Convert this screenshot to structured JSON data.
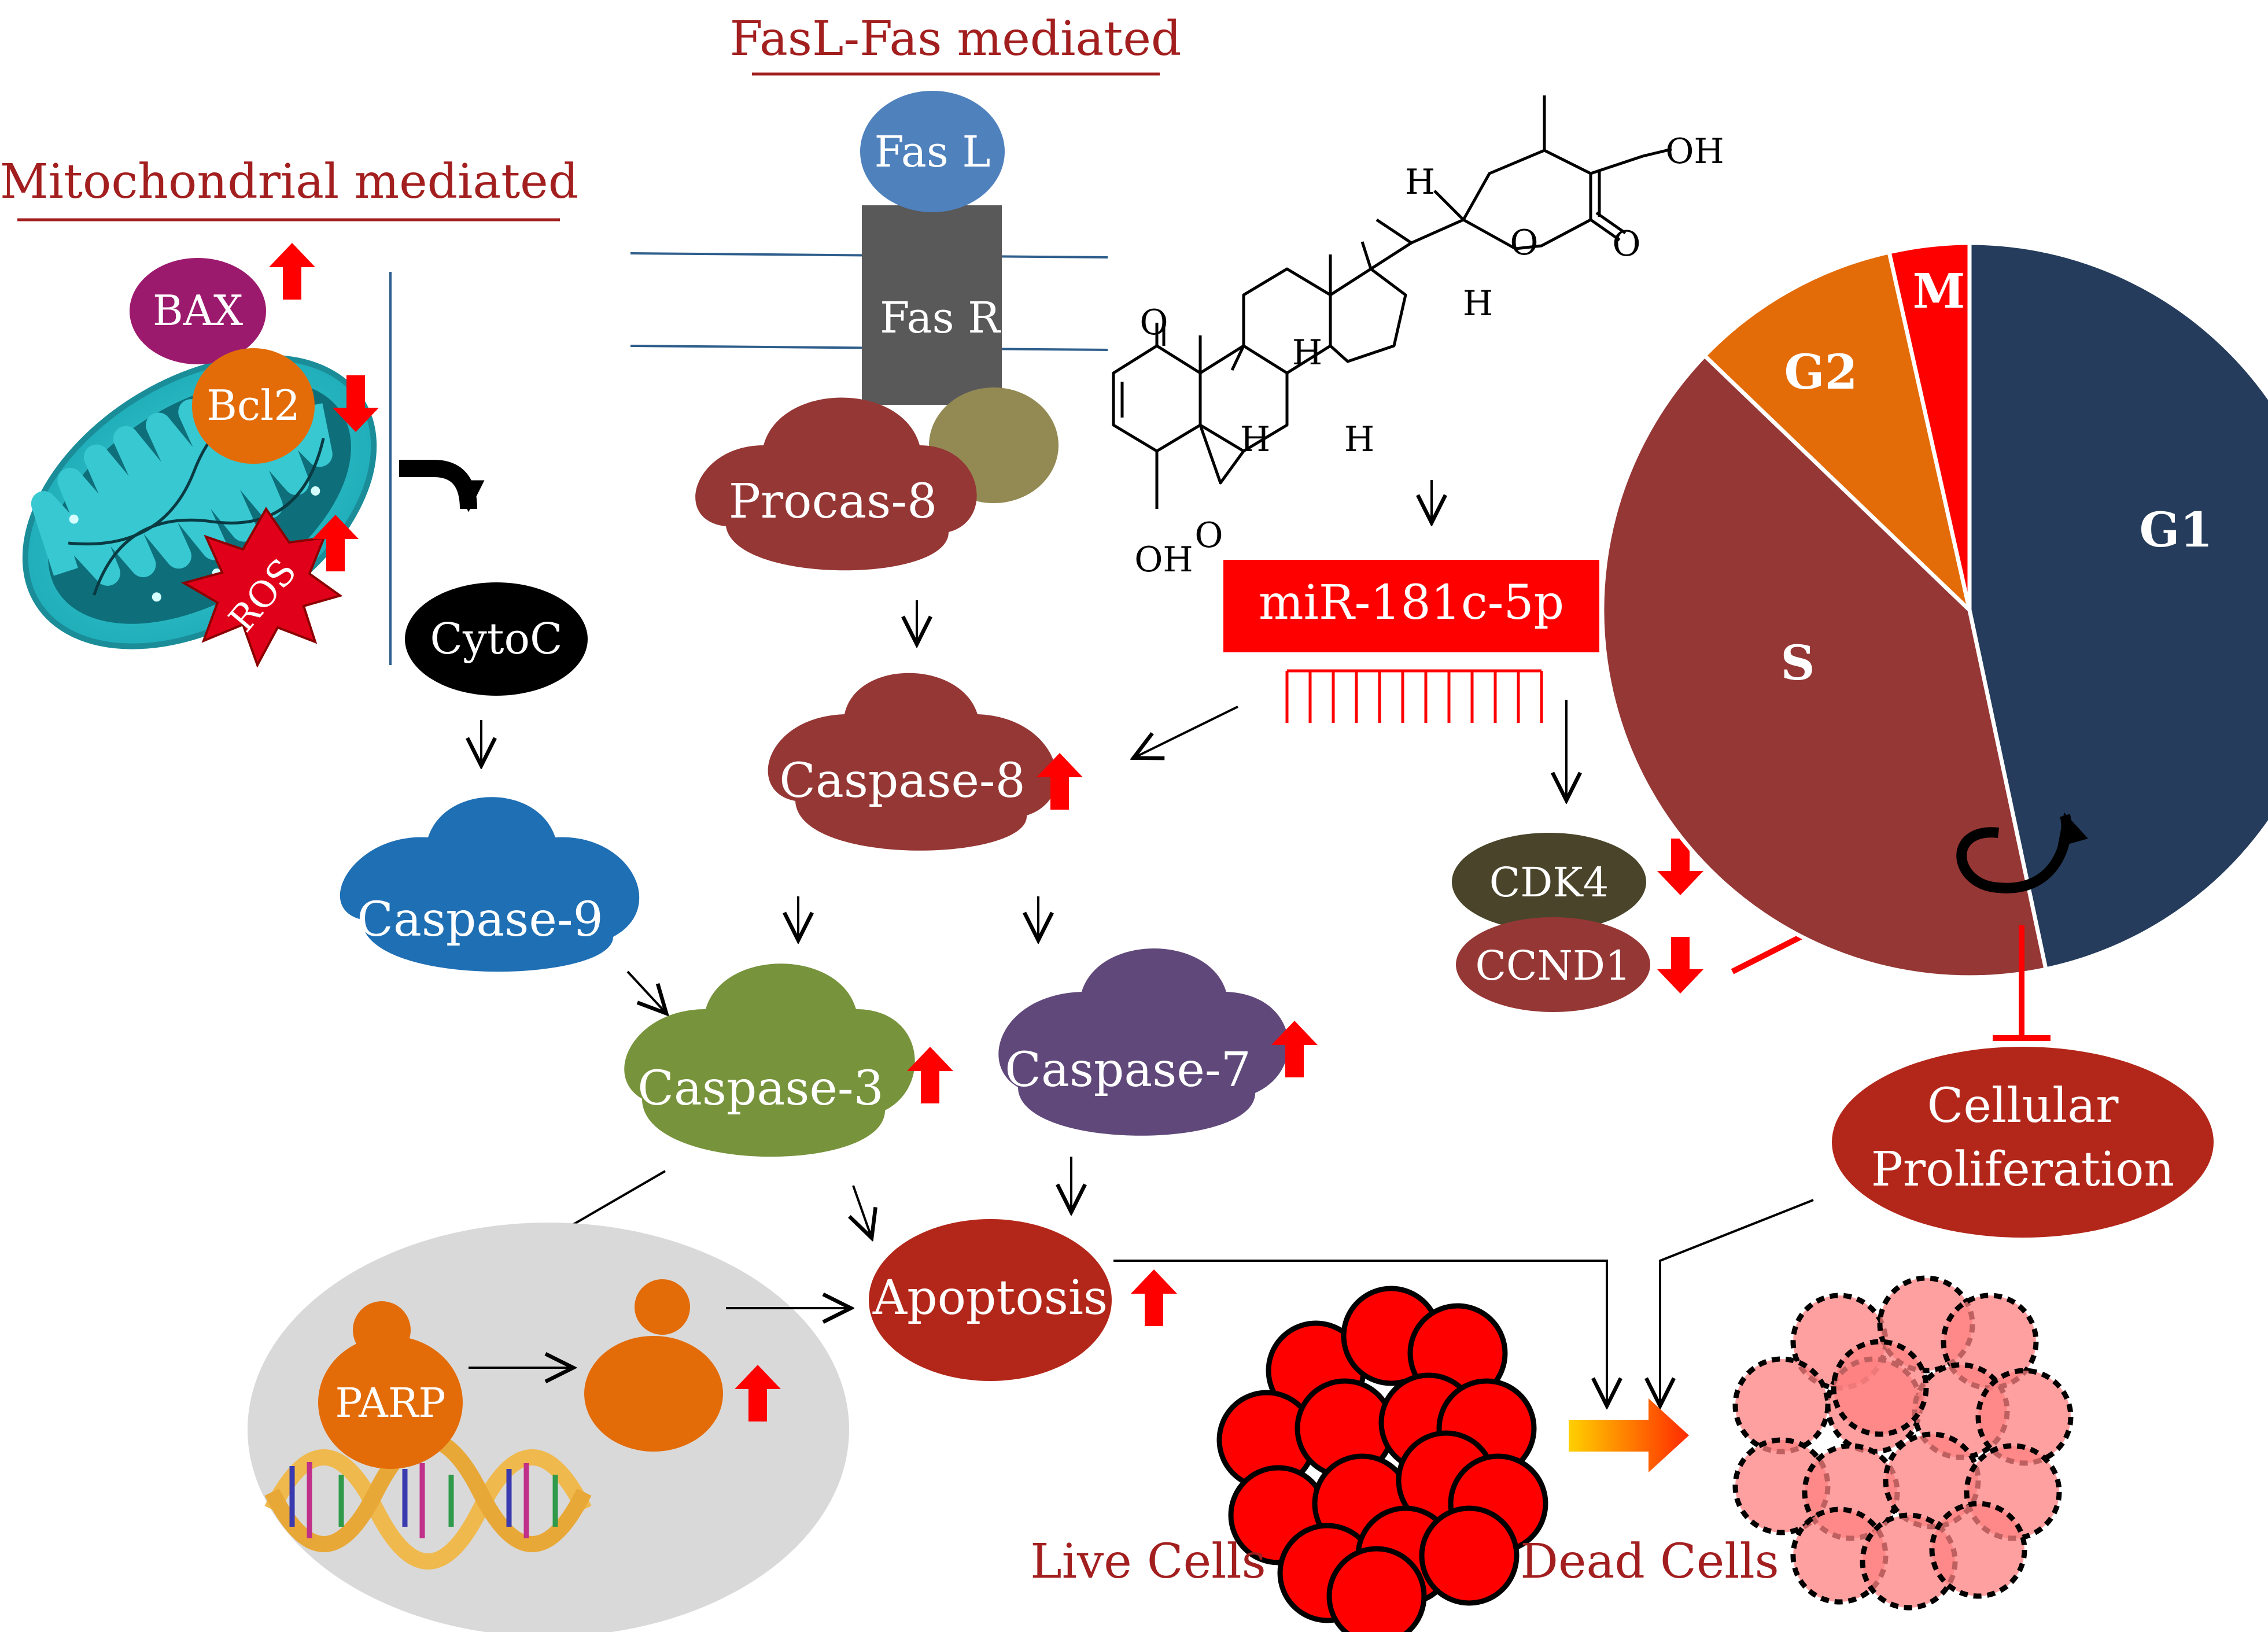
{
  "headings": {
    "fasl": "FasL-Fas mediated",
    "mito": "Mitochondrial mediated"
  },
  "nodes": {
    "fas_l": "Fas L",
    "fas_r": "Fas R",
    "bax": "BAX",
    "bcl2": "Bcl2",
    "ros": "ROS",
    "cytoc": "CytoC",
    "procas8": "Procas-8",
    "caspase8": "Caspase-8",
    "caspase9": "Caspase-9",
    "caspase3": "Caspase-3",
    "caspase7": "Caspase-7",
    "apoptosis": "Apoptosis",
    "parp": "PARP",
    "mirna": "miR-181c-5p",
    "cdk4": "CDK4",
    "ccnd1": "CCND1",
    "prolif_line1": "Cellular",
    "prolif_line2": "Proliferation"
  },
  "molecule_labels": {
    "o1": "O",
    "o2": "O",
    "o3": "O",
    "o4": "O",
    "oh1": "OH",
    "oh2": "OH",
    "h1": "H",
    "h2": "H",
    "h3": "H",
    "h4": "H",
    "h5": "H"
  },
  "cell_cycle": {
    "G1": "G1",
    "S": "S",
    "G2": "G2",
    "M": "M"
  },
  "cells": {
    "live": "Live Cells",
    "dead": "Dead Cells"
  },
  "colors": {
    "heading": "#a31f1f",
    "up_down_arrow": "#ff0000",
    "g1": "#253c5c",
    "s": "#953735",
    "g2": "#e36c09",
    "m": "#ff0000",
    "caspase8": "#953735",
    "caspase9": "#1f6fb4",
    "caspase3": "#77933c",
    "caspase7": "#60497a",
    "apoptosis": "#b3271a",
    "parp": "#e36c09",
    "mirna": "#ff0000",
    "cdk4": "#4a452a",
    "ccnd1": "#953735"
  }
}
